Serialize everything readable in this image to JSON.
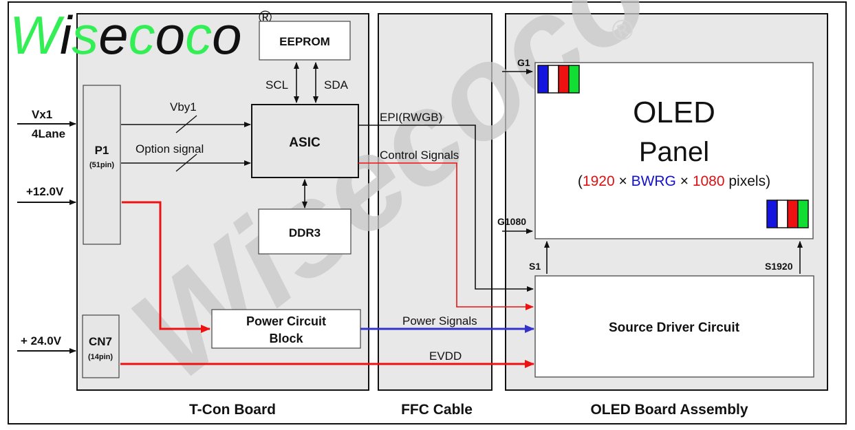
{
  "watermark": {
    "brand": "Wisecoco",
    "brand_parts": [
      "W",
      "i",
      "s",
      "e",
      "c",
      "o",
      "c",
      "o"
    ],
    "registered_mark": "®",
    "colors": {
      "green": "#33ee55",
      "black": "#111111",
      "watermark_gray": "#c8c8c8"
    }
  },
  "sections": {
    "tcon": {
      "label": "T-Con Board"
    },
    "ffc": {
      "label": "FFC Cable"
    },
    "oled_assembly": {
      "label": "OLED Board Assembly"
    }
  },
  "inputs": {
    "vx1": {
      "line1": "Vx1",
      "line2": "4Lane"
    },
    "v12": {
      "label": "+12.0V"
    },
    "v24": {
      "label": "+ 24.0V"
    }
  },
  "blocks": {
    "p1": {
      "name": "P1",
      "pins": "(51pin)"
    },
    "cn7": {
      "name": "CN7",
      "pins": "(14pin)"
    },
    "eeprom": {
      "label": "EEPROM"
    },
    "asic": {
      "label": "ASIC"
    },
    "ddr3": {
      "label": "DDR3"
    },
    "power_circuit": {
      "line1": "Power Circuit",
      "line2": "Block"
    },
    "source_driver": {
      "label": "Source Driver Circuit"
    },
    "oled_panel": {
      "line1": "OLED",
      "line2": "Panel",
      "spec": {
        "open": "(",
        "width": "1920",
        "times1": " × ",
        "subpixels": "BWRG",
        "times2": " × ",
        "height": "1080",
        "unit": " pixels)"
      },
      "subpixel_colors": [
        "#1515e0",
        "#ffffff",
        "#ee1111",
        "#11dd33"
      ]
    }
  },
  "signals": {
    "scl": "SCL",
    "sda": "SDA",
    "vby1": "Vby1",
    "option": "Option signal",
    "epi": "EPI(RWGB)",
    "control": "Control Signals",
    "power_signals": "Power Signals",
    "evdd": "EVDD",
    "g1": "G1",
    "g1080": "G1080",
    "s1": "S1",
    "s1920": "S1920"
  },
  "colors": {
    "power_line": "#ee1111",
    "power_signal_line": "#3333cc",
    "spec_red": "#dd1111",
    "spec_blue": "#1111cc",
    "board_fill": "#e8e8e8"
  }
}
